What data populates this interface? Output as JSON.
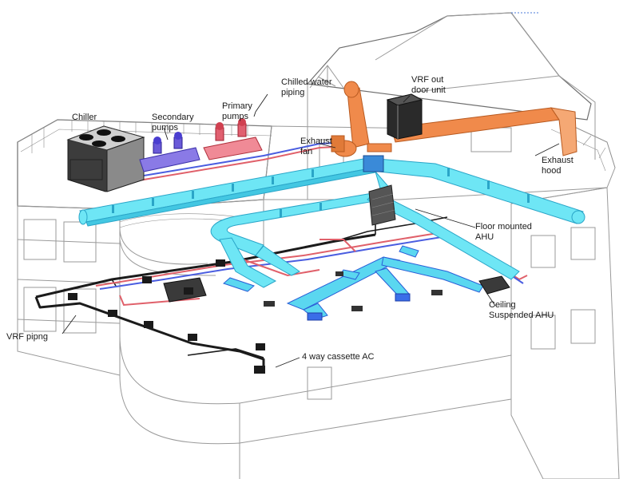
{
  "labels": {
    "chiller": "Chiller",
    "secondary_pumps": [
      "Secondary",
      "pumps"
    ],
    "primary_pumps": [
      "Primary",
      "pumps"
    ],
    "chilled_water_piping": [
      "Chilled water",
      "piping"
    ],
    "vrf_outdoor_unit": [
      "VRF out",
      "door unit"
    ],
    "exhaust_fan": [
      "Exhaust",
      "fan"
    ],
    "exhaust_hood": [
      "Exhaust",
      "hood"
    ],
    "floor_mounted_ahu": [
      "Floor mounted",
      "AHU"
    ],
    "ceiling_suspended_ahu": [
      "Ceiling",
      "Suspended AHU"
    ],
    "vrf_piping": "VRF pipng",
    "cassette_ac": "4 way cassette AC"
  },
  "colors": {
    "duct": "#6ee6f5",
    "duct_edge": "#2aa5c8",
    "duct_dark": "#3a6ee8",
    "exhaust": "#f08a4b",
    "exhaust_edge": "#b85a20",
    "chilled_supply": "#4a5de0",
    "chilled_return": "#e0606a",
    "vrf_pipe": "#1b1b1b",
    "building_line": "#9a9a9a"
  }
}
